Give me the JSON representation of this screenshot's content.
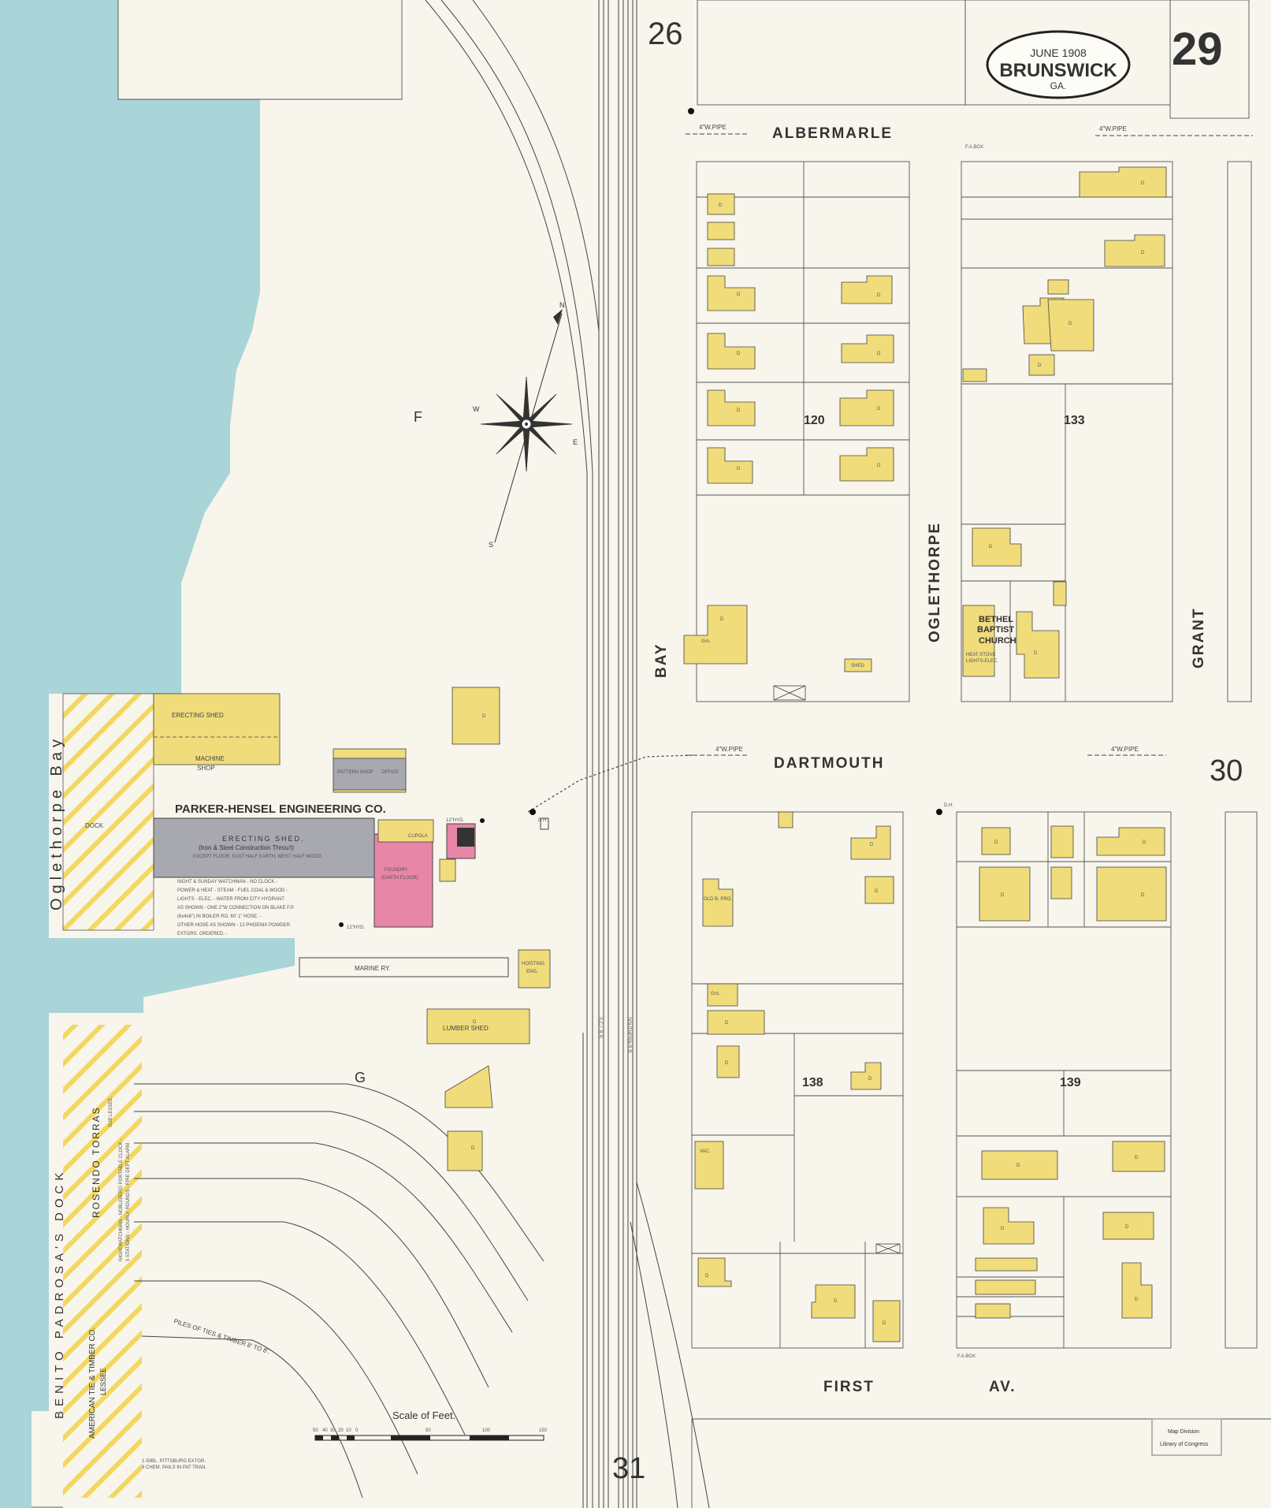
{
  "header": {
    "date": "JUNE 1908",
    "city": "BRUNSWICK",
    "state": "GA.",
    "sheet_number": "29"
  },
  "adjacent_sheets": {
    "north": "26",
    "east": "30",
    "south": "31"
  },
  "streets": {
    "albermarle": "ALBERMARLE",
    "dartmouth": "DARTMOUTH",
    "first_av": [
      "FIRST",
      "AV."
    ],
    "bay": "BAY",
    "oglethorpe": "OGLETHORPE",
    "grant": "GRANT"
  },
  "water": {
    "bay_name": "Oglethorpe   Bay"
  },
  "blocks": {
    "b120": "120",
    "b133": "133",
    "b138": "138",
    "b139": "139"
  },
  "areas": {
    "f": "F",
    "g": "G"
  },
  "compass": {
    "n": "N",
    "e": "E",
    "s": "S",
    "w": "W"
  },
  "pipes": {
    "pipe4": "4\"W.PIPE",
    "fa_box": "F.A.BOX",
    "dh": "D.H."
  },
  "church": [
    "BETHEL",
    "BAPTIST",
    "CHURCH"
  ],
  "church_note": [
    "HEAT-STOVE",
    "LIGHTS-ELEC."
  ],
  "engineering": {
    "name": "PARKER-HENSEL ENGINEERING CO.",
    "erecting_shed_top": "ERECTING SHED",
    "machine_shop": [
      "MACHINE",
      "SHOP"
    ],
    "pattern_shop": "PATTERN SHOP",
    "office": "OFFICE",
    "erecting_shed": "ERECTING SHED.",
    "construction": "(Iron & Steel Construction Throu't)",
    "floor_note": "EXCEPT FLOOR, EAST HALF EARTH, WEST HALF WOOD.",
    "foundry": "FOUNDRY",
    "earth_floor": "(EARTH FLOOR)",
    "cupola": "CUPOLA",
    "dock": "DOCK",
    "notes": [
      "NIGHT & SUNDAY WATCHMAN - NO CLOCK -",
      "POWER & HEAT - STEAM - FUEL COAL & WOOD -",
      "LIGHTS - ELEC. - WATER FROM CITY HYDRANT",
      "AS SHOWN - ONE 2\"W CONNECTION ON BLAKE F.P.",
      "(6x4x6\") IN BOILER RO. 60' 1\" HOSE. -",
      "OTHER HOSE AS SHOWN - 12 PHOENIX POWDER",
      "EXTGRS. ORDERED. -"
    ],
    "hydrant": "12\"HYD."
  },
  "marine_ry": "MARINE RY.",
  "hoisting": [
    "HOISTING",
    "ENG."
  ],
  "lumber_shed": "LUMBER SHED",
  "dock_labels": {
    "benito": "BENITO PADROSA'S DOCK",
    "rosendo": "ROSENDO TORRAS",
    "sub_lessee": "SUB LESSEE.",
    "american": "AMERICAN TIE & TIMBER CO.",
    "lessee": "LESSEE",
    "watchman": "NIGHTWATCHMAN - NOBLEBERG PORTABLE CLOCK -",
    "stations": "5 STATIONS - HOURLY ROUNDS - FIRE DEPT ALARM"
  },
  "piles": "PILES OF TIES & TIMBER  8' TO 8'.",
  "scale": {
    "title": "Scale of Feet.",
    "ticks": [
      "50",
      "40",
      "30",
      "20",
      "10",
      "0",
      "50",
      "100",
      "150"
    ]
  },
  "footnote": [
    "1-50BL. PITTSBURG EXTGR.",
    "6 CHEM. PAILS IN PAT TRAN."
  ],
  "stamp": [
    "Map Division",
    "Library of Congress"
  ],
  "rail_labels": [
    "S.C.L.R.R.",
    "SOUTHERN R.R."
  ],
  "bldg_labels": {
    "d": "D",
    "grO": "Gro.",
    "shed": "SHED",
    "vac": "VAC.",
    "old_b": "OLD B. PRO."
  },
  "colors": {
    "water": "#a9d4d8",
    "dwelling": "#f0dc7a",
    "brick": "#e886a8",
    "iron": "#a8a8b0",
    "dock_hatch": "#f2d860"
  }
}
